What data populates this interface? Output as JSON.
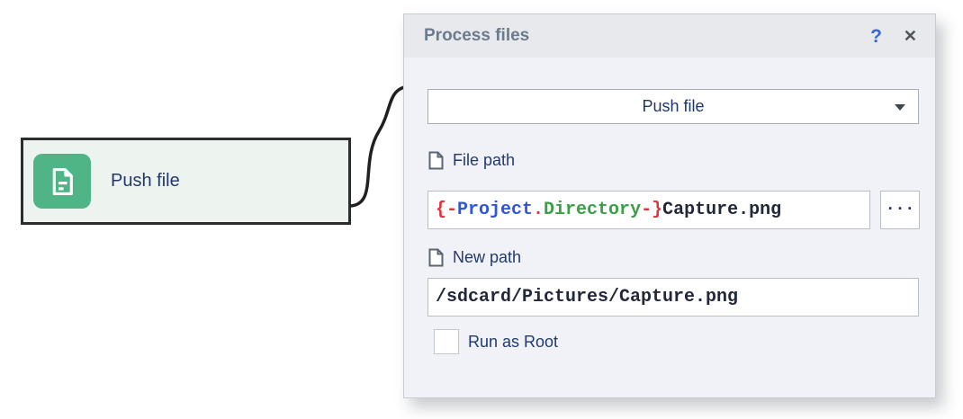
{
  "node": {
    "label": "Push file",
    "icon": "file-document-icon",
    "accent_color": "#4fb486",
    "background_color": "#edf4ef",
    "border_color": "#2c2c2c"
  },
  "panel": {
    "title": "Process files",
    "help_label": "?",
    "close_label": "✕",
    "action_dropdown": {
      "value": "Push file"
    },
    "file_path": {
      "label": "File path",
      "value": "{-Project.Directory-}Capture.png",
      "value_tokens": [
        {
          "text": "{-",
          "color": "#e3323b"
        },
        {
          "text": "Project",
          "color": "#2f55dd"
        },
        {
          "text": ".",
          "color": "#e3323b"
        },
        {
          "text": "Directory",
          "color": "#3aa048"
        },
        {
          "text": "-}",
          "color": "#e3323b"
        },
        {
          "text": "Capture.png",
          "color": "#20283a"
        }
      ],
      "browse_label": "..."
    },
    "new_path": {
      "label": "New path",
      "value": "/sdcard/Pictures/Capture.png"
    },
    "run_as_root": {
      "label": "Run as Root",
      "checked": false
    },
    "colors": {
      "header_bg": "#e8e9ec",
      "body_bg": "#f1f2f7",
      "title_text": "#6b7b8d",
      "label_text": "#203a6e",
      "help_blue": "#3b66d6"
    }
  }
}
